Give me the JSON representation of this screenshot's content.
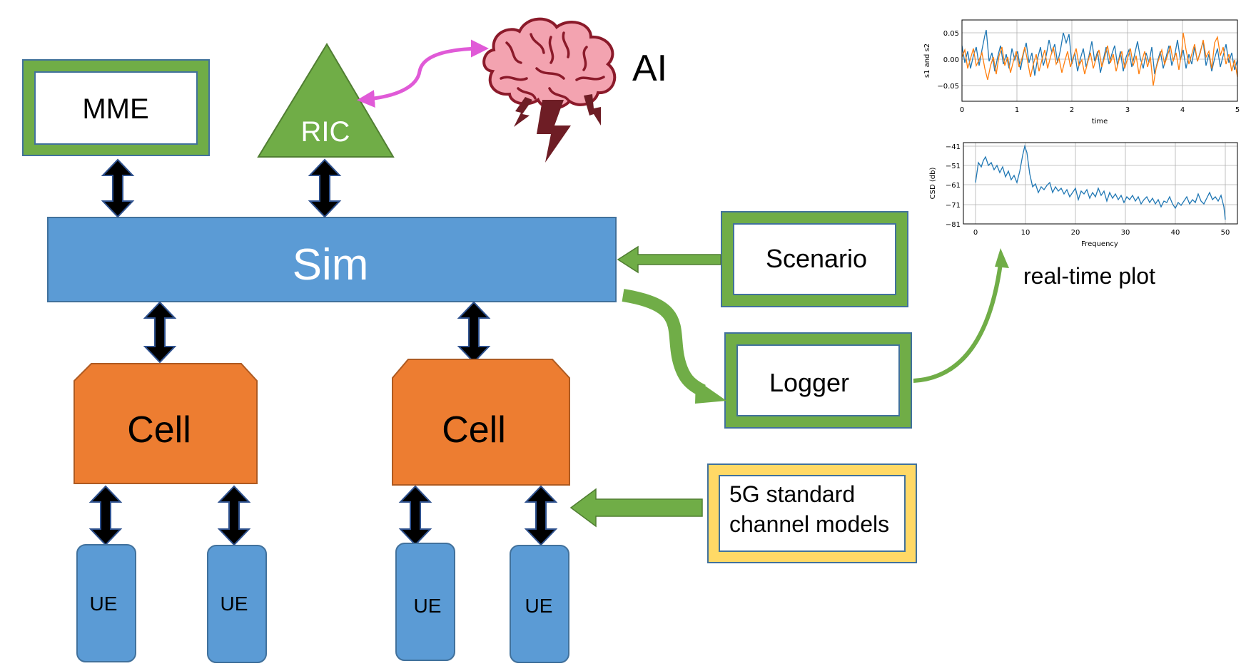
{
  "labels": {
    "mme": "MME",
    "ric": "RIC",
    "ai": "AI",
    "sim": "Sim",
    "scenario": "Scenario",
    "logger": "Logger",
    "cell_left": "Cell",
    "cell_right": "Cell",
    "ue1": "UE",
    "ue2": "UE",
    "ue3": "UE",
    "ue4": "UE",
    "channel_line1": "5G standard",
    "channel_line2": "channel models",
    "realtime": "real-time plot"
  },
  "colors": {
    "green": "#70ad47",
    "blue": "#5b9bd5",
    "orange": "#ed7d31",
    "yellow": "#ffd966",
    "magenta": "#e05ad7",
    "brain_fill": "#f3a3b0",
    "brain_outline": "#8b1a2a",
    "lightning": "#6e1d25",
    "plot_blue": "#1f77b4",
    "plot_orange": "#ff7f0e"
  },
  "icons": {
    "brain": "brain-icon",
    "lightning": "lightning-icon"
  },
  "plot_top": {
    "ylabel": "s1 and s2",
    "xlabel": "time",
    "yticks": [
      "0.05",
      "0.00",
      "−0.05"
    ],
    "xticks": [
      "0",
      "1",
      "2",
      "3",
      "4",
      "5"
    ]
  },
  "plot_bottom": {
    "ylabel": "CSD (db)",
    "xlabel": "Frequency",
    "yticks": [
      "−41",
      "−51",
      "−61",
      "−71",
      "−81"
    ],
    "xticks": [
      "0",
      "10",
      "20",
      "30",
      "40",
      "50"
    ]
  }
}
